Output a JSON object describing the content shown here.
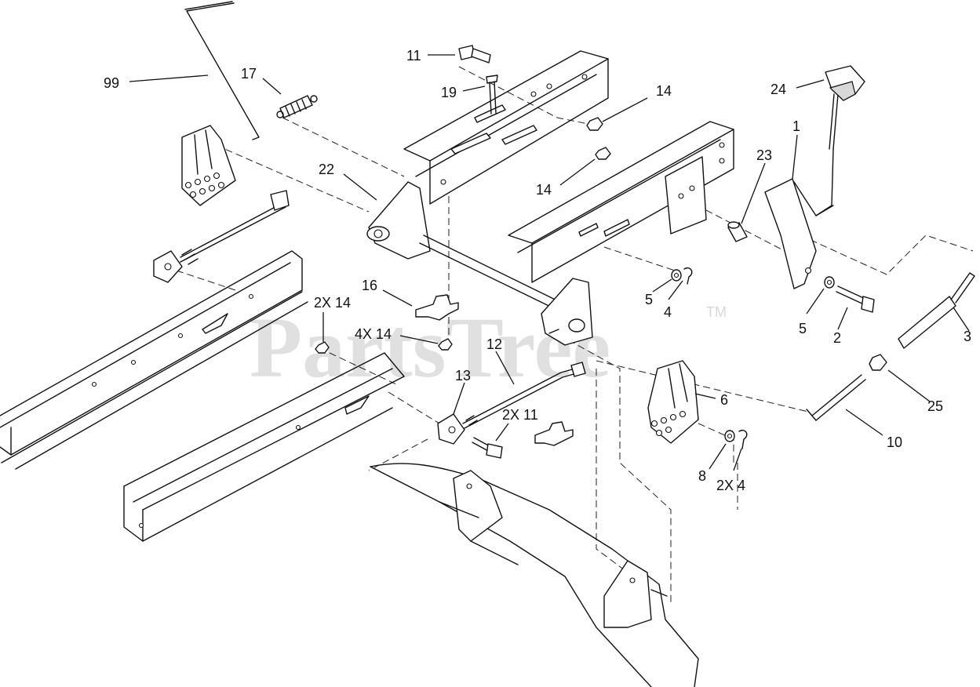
{
  "watermark": {
    "text": "PartsTree",
    "tm": "TM"
  },
  "callouts": {
    "c99": "99",
    "c17": "17",
    "c11": "11",
    "c19": "19",
    "c14a": "14",
    "c22": "22",
    "c14b": "14",
    "c24": "24",
    "c1": "1",
    "c23": "23",
    "c16": "16",
    "c2x14": "2X 14",
    "c4x14": "4X 14",
    "c12": "12",
    "c5a": "5",
    "c4a": "4",
    "c5b": "5",
    "c2": "2",
    "c3": "3",
    "c13": "13",
    "c2x11": "2X 11",
    "c6": "6",
    "c25": "25",
    "c10": "10",
    "c8": "8",
    "c2x4": "2X 4"
  },
  "colors": {
    "line": "#111111",
    "watermark": "#c8c8c8",
    "background": "#ffffff"
  }
}
